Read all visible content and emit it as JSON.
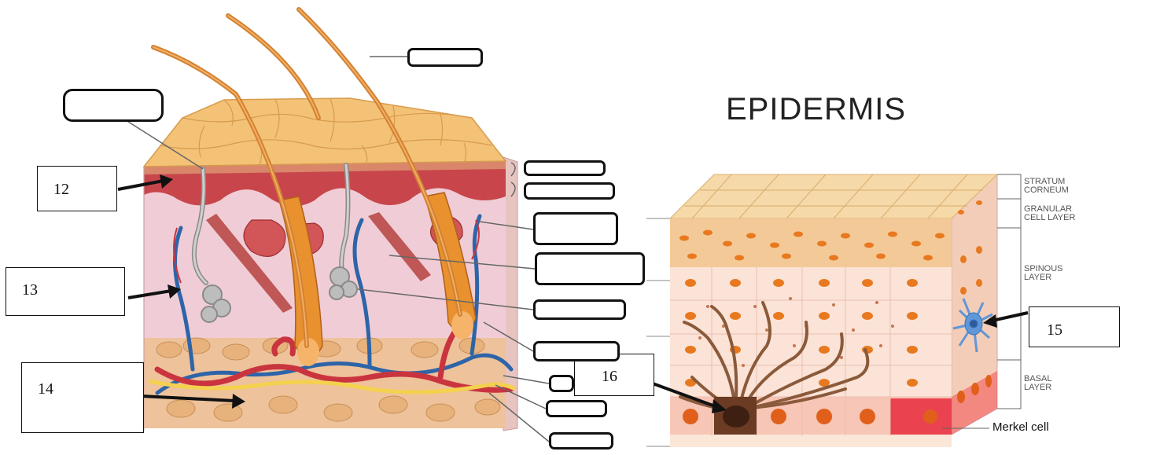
{
  "epidermis_title": "EPIDERMIS",
  "layer_labels": {
    "stratum_corneum": "STRATUM\nCORNEUM",
    "granular": "GRANULAR\nCELL LAYER",
    "spinous": "SPINOUS\nLAYER",
    "basal": "BASAL\nLAYER"
  },
  "merkel_label": "Merkel cell",
  "number_labels": {
    "n12": "12",
    "n13": "13",
    "n14": "14",
    "n15": "15",
    "n16": "16"
  },
  "colors": {
    "skin_top": "#f3c277",
    "dermis": "#f0cdd6",
    "vein": "#2e64a8",
    "artery": "#c9343e",
    "fat": "#e9b98a",
    "nerve": "#f4d14e",
    "epi_cell": "#e8791f",
    "basal_bg": "#f8c6b6",
    "merkel_red": "#e82a3c",
    "melanocyte": "#8a5a3a",
    "langerhans": "#5f97d8"
  }
}
